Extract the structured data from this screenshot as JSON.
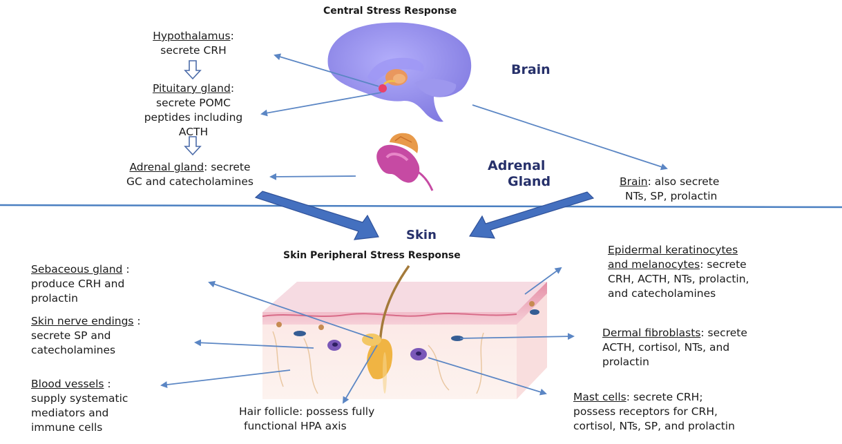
{
  "central": {
    "title": "Central Stress Response",
    "brain_label": "Brain",
    "adrenal_label_line1": "Adrenal",
    "adrenal_label_line2": "Gland",
    "hypothalamus": {
      "name": "Hypothalamus",
      "sep": ":",
      "line2": "secrete CRH"
    },
    "pituitary": {
      "name": "Pituitary gland",
      "sep": ":",
      "line2": "secrete POMC",
      "line3": "peptides including",
      "line4": "ACTH"
    },
    "adrenal": {
      "name": "Adrenal gland",
      "sep": ": secrete",
      "line2": "GC and catecholamines"
    },
    "brain_secrete": {
      "name": "Brain",
      "sep": ": also secrete",
      "line2": "NTs, SP, prolactin"
    }
  },
  "skin": {
    "label": "Skin",
    "title": "Skin Peripheral Stress Response",
    "sebaceous": {
      "name": "Sebaceous gland",
      "sep": " :",
      "line2": "produce CRH and",
      "line3": "prolactin"
    },
    "nerve": {
      "name": "Skin nerve endings",
      "sep": " :",
      "line2": "secrete SP and",
      "line3": "catecholamines"
    },
    "blood": {
      "name": "Blood vessels",
      "sep": " :",
      "line2": "supply systematic",
      "line3": "mediators and",
      "line4": "immune cells"
    },
    "hair": {
      "line1": "Hair follicle: possess fully",
      "line2": "functional HPA axis"
    },
    "epidermal": {
      "name1": "Epidermal keratinocytes",
      "name2": "and melanocytes",
      "sep": ": secrete",
      "line3": "CRH, ACTH, NTs, prolactin,",
      "line4": "and catecholamines"
    },
    "fibroblasts": {
      "name": "Dermal fibroblasts",
      "sep": ": secrete",
      "line2": "ACTH, cortisol, NTs, and",
      "line3": "prolactin"
    },
    "mast": {
      "name": "Mast cells",
      "sep": ": secrete CRH;",
      "line2": "possess receptors for CRH,",
      "line3": "cortisol, NTs, SP, and prolactin"
    }
  },
  "icons": [
    "brain-icon",
    "adrenal-gland-icon",
    "skin-cross-section-icon",
    "hollow-down-arrow-icon",
    "big-blue-arrow-icon"
  ],
  "colors": {
    "arrow": "#5b86c4",
    "divider": "#4a7fc1",
    "big_arrow": "#3a63b0",
    "label": "#26306a",
    "brain": "#8d86e6",
    "skin": "#f3c6cf"
  }
}
